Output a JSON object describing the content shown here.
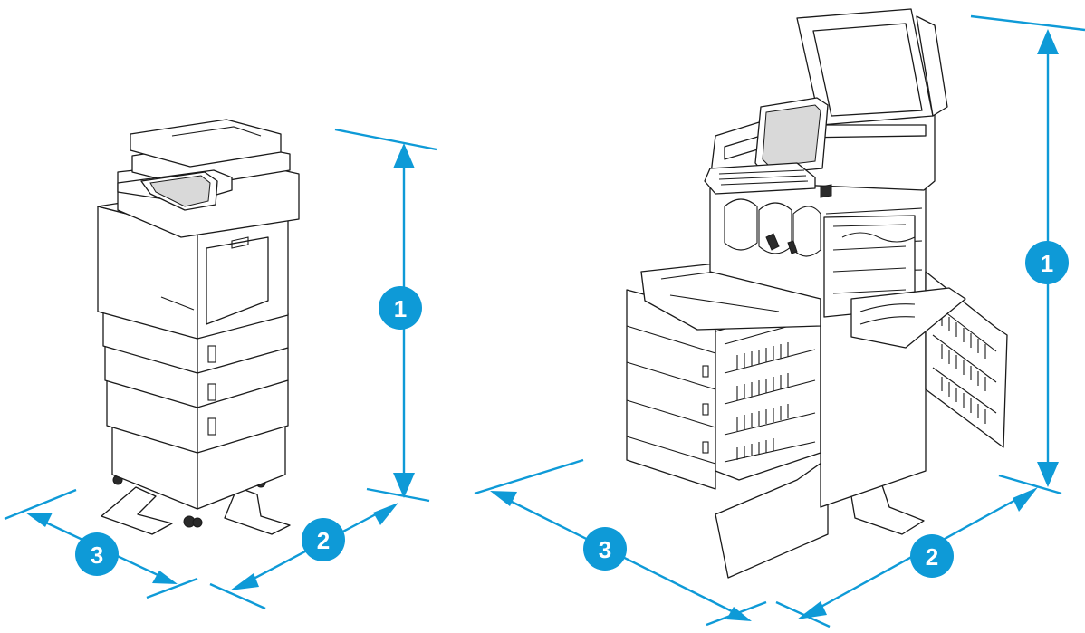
{
  "caption": "",
  "colors": {
    "accent": "#0e9ad7",
    "line": "#1a1a1a"
  },
  "callouts": {
    "closed_height": "1",
    "closed_depth": "2",
    "closed_width": "3",
    "open_height": "1",
    "open_depth": "2",
    "open_width": "3"
  },
  "figures": {
    "left": {
      "state": "closed",
      "icon": "printer-closed-illustration"
    },
    "right": {
      "state": "open",
      "icon": "printer-open-illustration"
    }
  }
}
